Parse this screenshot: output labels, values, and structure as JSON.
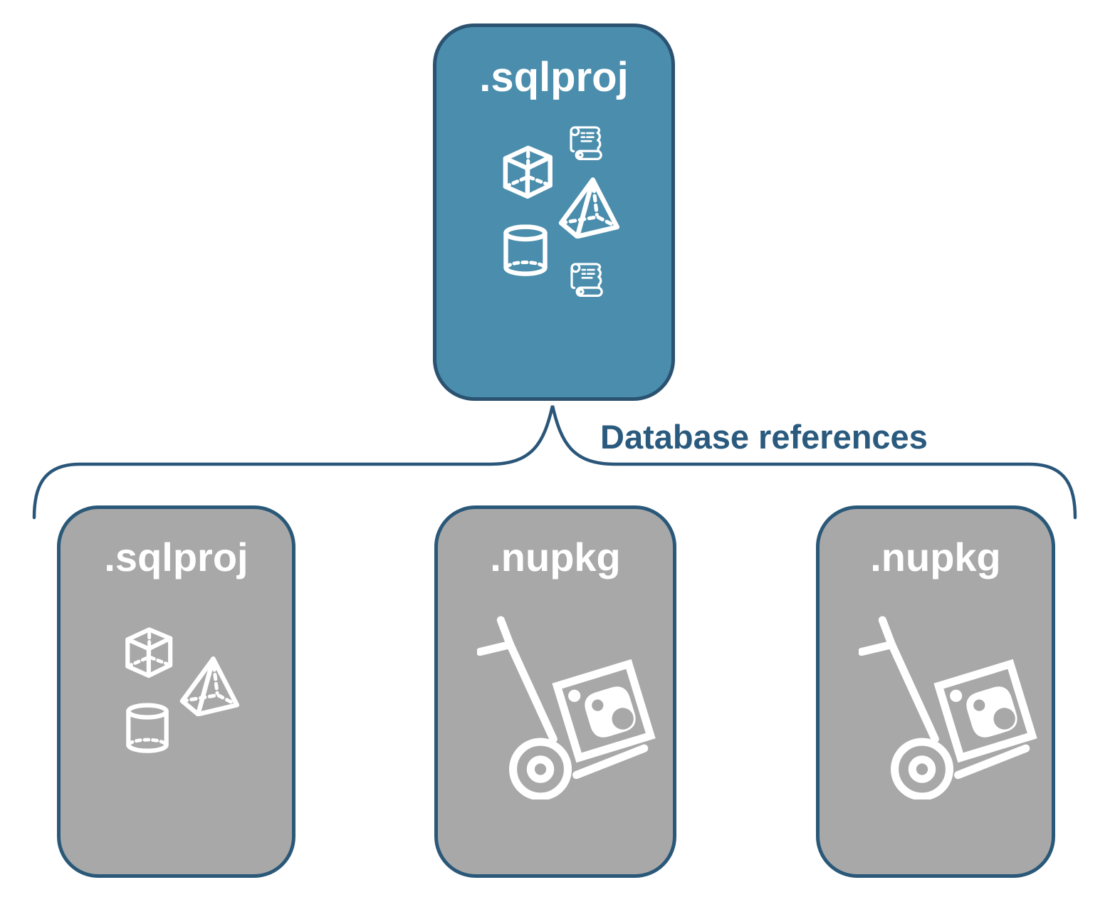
{
  "root_node": {
    "label": ".sqlproj",
    "icons": [
      "cube",
      "script-scroll",
      "pyramid",
      "cylinder",
      "script-scroll"
    ]
  },
  "edge": {
    "label": "Database references"
  },
  "child_nodes": [
    {
      "label": ".sqlproj",
      "icons": [
        "cube",
        "pyramid",
        "cylinder"
      ]
    },
    {
      "label": ".nupkg",
      "icons": [
        "package-dolly"
      ]
    },
    {
      "label": ".nupkg",
      "icons": [
        "package-dolly"
      ]
    }
  ],
  "colors": {
    "root_fill": "#4a8dac",
    "root_border": "#2b5271",
    "child_fill": "#a8a8a8",
    "child_border": "#2a5878",
    "connector": "#2a567a",
    "edge_label_text": "#2a5a7e",
    "node_label_text": "#ffffff",
    "icon_stroke": "#ffffff"
  }
}
